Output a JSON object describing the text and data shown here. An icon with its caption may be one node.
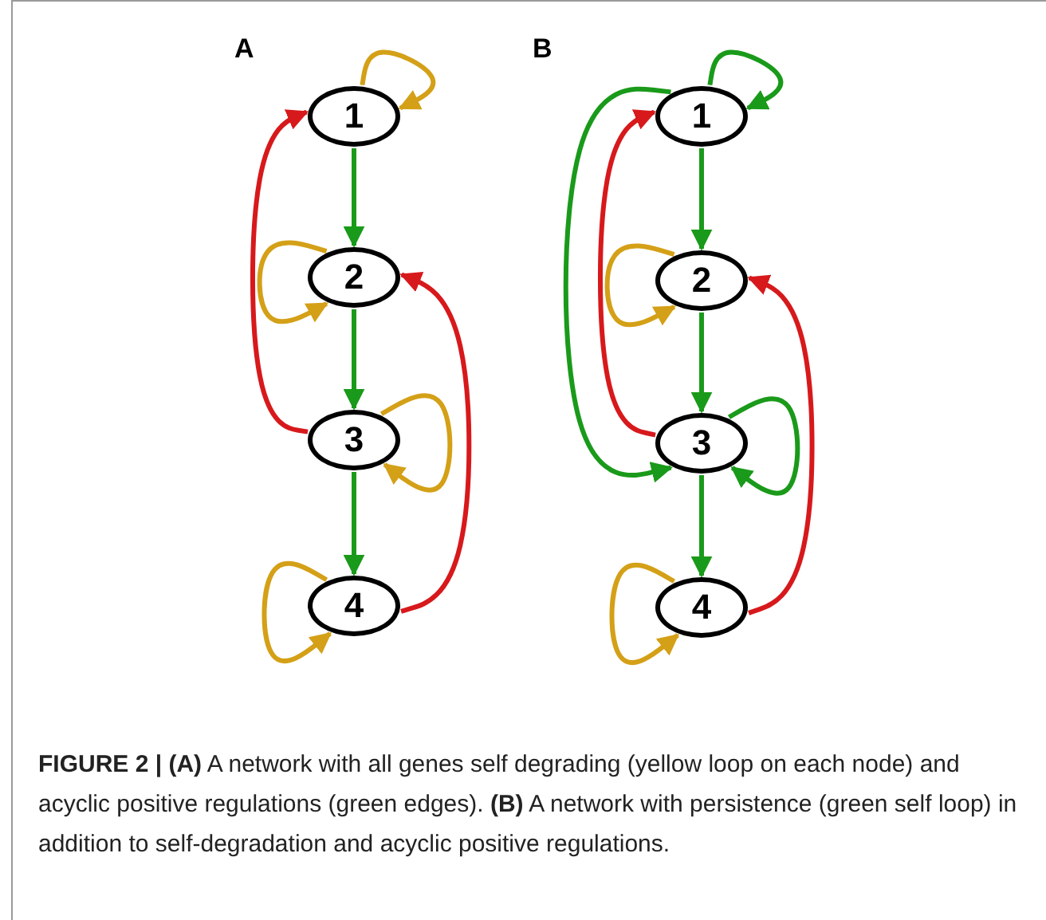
{
  "diagram": {
    "caption": "**FIGURE 2 | (A)** A network with all genes self degrading (yellow loop on each node) and acyclic positive regulations (green edges). **(B)** A network with persistence (green self loop) in addition to self-degradation and acyclic positive regulations.",
    "nodes": [
      {
        "text": [
          "1"
        ]
      },
      {
        "text": [
          "2"
        ]
      },
      {
        "text": [
          "3"
        ]
      },
      {
        "text": [
          "4"
        ]
      },
      {
        "text": [
          "1"
        ]
      },
      {
        "text": [
          "2"
        ]
      },
      {
        "text": [
          "3"
        ]
      },
      {
        "text": [
          "4"
        ]
      }
    ],
    "edges": [
      {
        "from": 0,
        "to": 0,
        "arrow": "to",
        "color": "#d4a017"
      },
      {
        "from": 1,
        "to": 1,
        "arrow": "to",
        "color": "#d4a017"
      },
      {
        "from": 2,
        "to": 2,
        "arrow": "to",
        "color": "#d4a017"
      },
      {
        "from": 3,
        "to": 3,
        "arrow": "to",
        "color": "#d4a017"
      },
      {
        "from": 0,
        "to": 1,
        "arrow": "to"
      },
      {
        "from": 1,
        "to": 2,
        "arrow": "to"
      },
      {
        "from": 2,
        "to": 3,
        "arrow": "to"
      },
      {
        "from": 2,
        "to": 0,
        "arrow": "to",
        "color": "#d7191c"
      },
      {
        "from": 3,
        "to": 1,
        "arrow": "to",
        "color": "#d7191c"
      },
      {
        "from": 4,
        "to": 4,
        "arrow": "to"
      },
      {
        "from": 5,
        "to": 5,
        "arrow": "to",
        "color": "#d4a017"
      },
      {
        "from": 6,
        "to": 6,
        "arrow": "to"
      },
      {
        "from": 7,
        "to": 7,
        "arrow": "to",
        "color": "#d4a017"
      },
      {
        "from": 4,
        "to": 5,
        "arrow": "to"
      },
      {
        "from": 5,
        "to": 6,
        "arrow": "to"
      },
      {
        "from": 6,
        "to": 7,
        "arrow": "to"
      },
      {
        "from": 4,
        "to": 6,
        "arrow": "to"
      },
      {
        "from": 6,
        "to": 4,
        "arrow": "to",
        "color": "#d7191c"
      },
      {
        "from": 7,
        "to": 5,
        "arrow": "to",
        "color": "#d7191c"
      }
    ],
    "labels": [
      "A",
      "B"
    ]
  }
}
